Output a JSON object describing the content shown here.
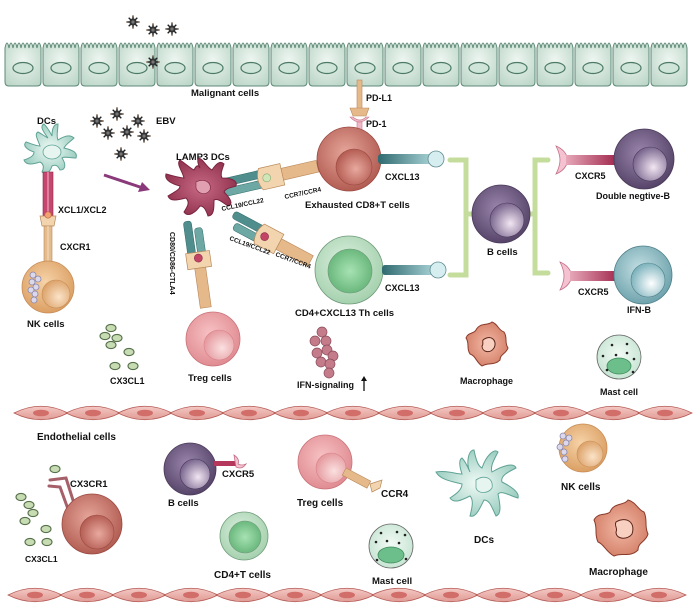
{
  "labels": {
    "malignant_cells": "Malignant cells",
    "dcs_top": "DCs",
    "ebv": "EBV",
    "lamp3_dcs": "LAMP3 DCs",
    "pd_l1": "PD-L1",
    "pd_1": "PD-1",
    "xcl1_xcl2": "XCL1/XCL2",
    "cxcr1": "CXCR1",
    "nk_cells_top": "NK cells",
    "ccl19_ccl22_top": "CCL19/CCL22",
    "ccr7_ccr4_top": "CCR7/CCR4",
    "exhausted_cd8": "Exhausted CD8+T cells",
    "cxcl13_top": "CXCL13",
    "ccl19_ccl22_mid": "CCL19/CCL22",
    "ccr7_ccr4_mid": "CCR7/CCR4",
    "cd4_cxcl13_th": "CD4+CXCL13 Th cells",
    "cxcl13_mid": "CXCL13",
    "b_cells_mid": "B cells",
    "cxcr5_top": "CXCR5",
    "double_negative_b": "Double negtive-B",
    "cxcr5_mid": "CXCR5",
    "ifn_b": "IFN-B",
    "cd80_ctla4": "CD80/CD86-CTLA4",
    "treg_cells_top": "Treg cells",
    "cx3cl1_top": "CX3CL1",
    "ifn_signaling": "IFN-signaling",
    "macrophage_top": "Macrophage",
    "mast_cell_top": "Mast cell",
    "endothelial_cells": "Endothelial cells",
    "cx3cr1": "CX3CR1",
    "cx3cl1_bottom": "CX3CL1",
    "b_cells_bottom": "B cells",
    "cxcr5_bottom": "CXCR5",
    "treg_cells_bottom": "Treg cells",
    "ccr4": "CCR4",
    "cd4_t_cells": "CD4+T cells",
    "mast_cell_bottom": "Mast cell",
    "dcs_bottom": "DCs",
    "nk_cells_bottom": "NK cells",
    "macrophage_bottom": "Macrophage",
    "up_arrow": "↑"
  },
  "colors": {
    "epithelium": "#cfe3d8",
    "epithelium_stroke": "#5e8a78",
    "dc_teal": "#9fd0c2",
    "lamp3": "#9a3552",
    "cd8": "#c56a5e",
    "cd4": "#a8d8b2",
    "b_cell": "#6e5a84",
    "ifn_b": "#8fbcc4",
    "treg": "#e8939a",
    "nk": "#e6b07a",
    "bracket": "#c5dd9c",
    "cxcl13": "#3f7b80",
    "cxcr5": "#b5385c",
    "endothelium": "#e8a7a3",
    "macrophage": "#d9826a",
    "mast": "#d4eede"
  }
}
